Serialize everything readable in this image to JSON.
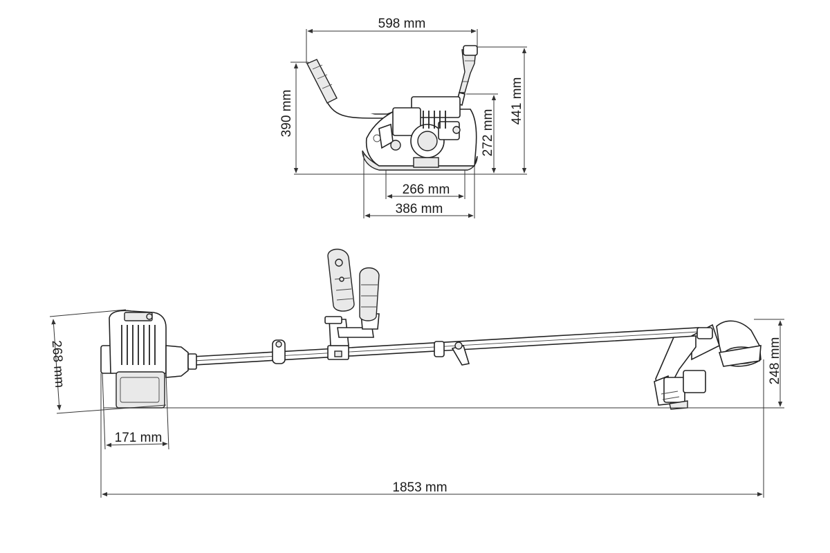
{
  "front_view": {
    "width_handlebar": "598 mm",
    "height_handle": "390 mm",
    "height_total": "441 mm",
    "height_engine": "272 mm",
    "width_inner": "266 mm",
    "width_outer": "386 mm"
  },
  "side_view": {
    "height_engine": "268 mm",
    "width_engine": "171 mm",
    "height_head": "248 mm",
    "length_total": "1853 mm"
  }
}
